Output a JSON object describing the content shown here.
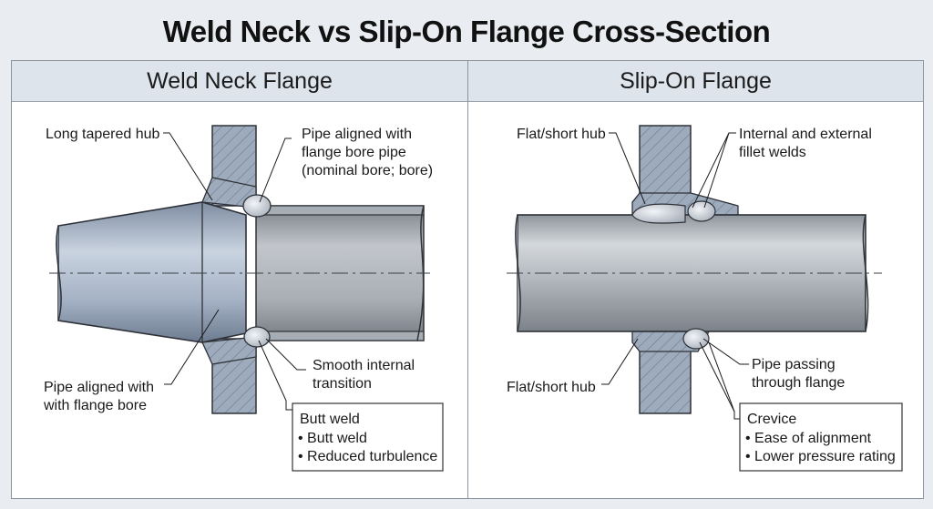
{
  "title": "Weld Neck vs Slip-On Flange Cross-Section",
  "left_panel": {
    "heading": "Weld Neck Flange",
    "labels": {
      "hub": "Long tapered hub",
      "pipe_aligned_top_1": "Pipe aligned with",
      "pipe_aligned_top_2": "flange bore  pipe",
      "pipe_aligned_top_3": "(nominal bore; bore)",
      "pipe_aligned_bottom_1": "Pipe aligned with",
      "pipe_aligned_bottom_2": "with flange bore",
      "transition_1": "Smooth internal",
      "transition_2": "transition"
    },
    "callout": {
      "title": "Butt weld",
      "items": [
        "Butt weld",
        "Reduced turbulence"
      ]
    }
  },
  "right_panel": {
    "heading": "Slip-On Flange",
    "labels": {
      "hub_top": "Flat/short hub",
      "hub_bottom": "Flat/short hub",
      "fillet_1": "Internal and external",
      "fillet_2": "fillet welds",
      "passing_1": "Pipe passing",
      "passing_2": "through flange"
    },
    "callout": {
      "title": "Crevice",
      "items": [
        "Ease of alignment",
        "Lower pressure rating"
      ]
    }
  },
  "colors": {
    "steel_blue": "#a6b4c6",
    "steel_gray": "#b8bcc2",
    "weld": "#d2d7de",
    "outline": "#2e3238"
  }
}
